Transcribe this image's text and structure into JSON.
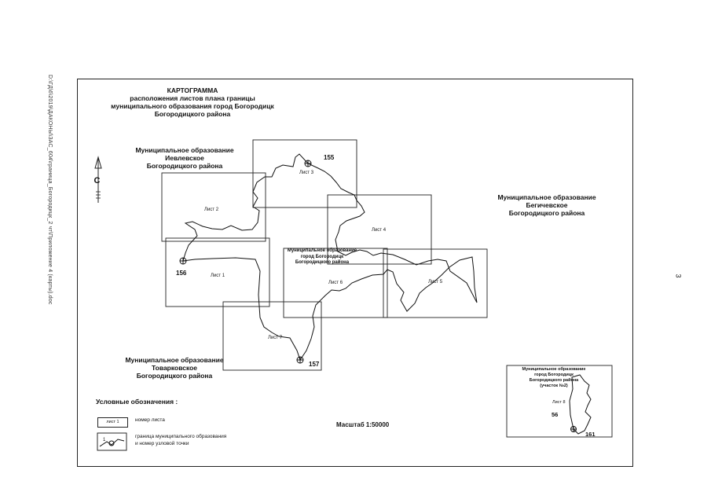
{
  "side_text": "D:\\ГД\\6\\2019\\ДАКОНЫ\\ЗАС_604\\граница_Богородицк_2 чт\\Приложение 4 (карты).doc",
  "page_number": "3",
  "title": [
    "КАРТОГРАММА",
    "расположения листов плана границы",
    "муниципального образования город Богородицк",
    "Богородицкого района"
  ],
  "neighbors": {
    "ievlevskoe": [
      "Муниципальное образование",
      "Иевлевское",
      "Богородицкого района"
    ],
    "begichevskoe": [
      "Муниципальное образование",
      "Бегичевское",
      "Богородицкого района"
    ],
    "tovarkovskoe": [
      "Муниципальное образование",
      "Товарковское",
      "Богородицкого района"
    ]
  },
  "center_label": [
    "Муниципальное образование",
    "город Богородицк",
    "Богородицкого района"
  ],
  "north_letter": "С",
  "sheets": {
    "s1": "Лист 1",
    "s2": "Лист 2",
    "s3": "Лист 3",
    "s4": "Лист 4",
    "s5": "Лист 5",
    "s6": "Лист 6",
    "s7": "Лист 7",
    "s8": "Лист 8"
  },
  "nodes": {
    "n155": "155",
    "n156": "156",
    "n157": "157",
    "n56": "56",
    "n161": "161"
  },
  "legend": {
    "title": "Условные обозначения :",
    "box_label": "лист 1",
    "box_desc": "номер листа",
    "line_desc_1": "граница муниципального образования",
    "line_desc_2": "и номер узловой точки",
    "node_sample": "1"
  },
  "scale": "Масштаб 1:50000",
  "inset": [
    "Муниципальное образование",
    "город Богородицк",
    "Богородицкого района",
    "(участок №2)"
  ]
}
